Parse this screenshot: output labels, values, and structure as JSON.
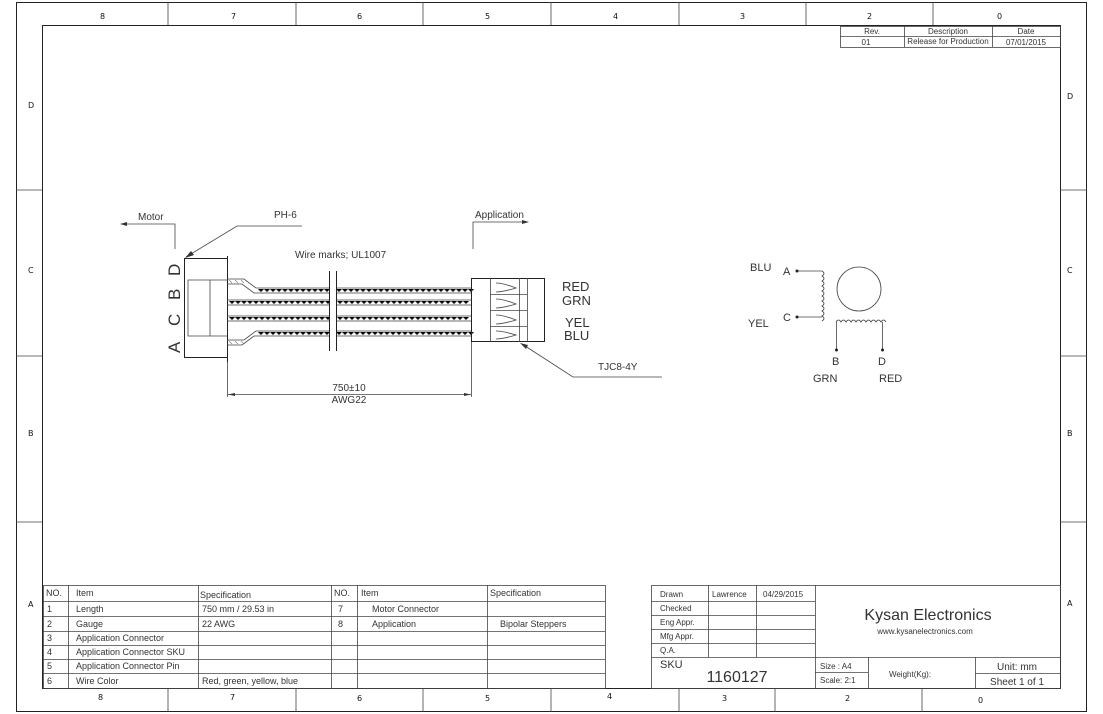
{
  "zones": {
    "top": [
      "8",
      "7",
      "6",
      "5",
      "4",
      "3",
      "2",
      "0"
    ],
    "bottom": [
      "8",
      "7",
      "6",
      "5",
      "4",
      "3",
      "2",
      "0"
    ],
    "side": [
      "D",
      "C",
      "B",
      "A"
    ]
  },
  "revision": {
    "headers": [
      "Rev.",
      "Description",
      "Date"
    ],
    "row": [
      "01",
      "Release for Production",
      "07/01/2015"
    ]
  },
  "drawing": {
    "motor_label": "Motor",
    "motor_connector": "PH-6",
    "application_label": "Application",
    "wire_marks": "Wire marks; UL1007",
    "pin_letters": [
      "A",
      "C",
      "B",
      "D"
    ],
    "wire_colors": [
      "RED",
      "GRN",
      "YEL",
      "BLU"
    ],
    "app_connector": "TJC8-4Y",
    "length_dim": "750±10",
    "gauge_dim": "AWG22"
  },
  "schematic": {
    "pins": {
      "A": "A",
      "C": "C",
      "B": "B",
      "D": "D"
    },
    "colors": {
      "A": "BLU",
      "C": "YEL",
      "B": "GRN",
      "D": "RED"
    }
  },
  "spec_table": {
    "headers": [
      "NO.",
      "Item",
      "Specification",
      "NO.",
      "Item",
      "Specification"
    ],
    "rows": [
      [
        "1",
        "Length",
        "750 mm  / 29.53 in",
        "7",
        "Motor Connector",
        ""
      ],
      [
        "2",
        "Gauge",
        "22 AWG",
        "8",
        "Application",
        "Bipolar Steppers"
      ],
      [
        "3",
        "Application Connector",
        "",
        "",
        "",
        ""
      ],
      [
        "4",
        "Application Connector SKU",
        "",
        "",
        "",
        ""
      ],
      [
        "5",
        "Application Connector Pin",
        "",
        "",
        "",
        ""
      ],
      [
        "6",
        "Wire Color",
        "Red, green, yellow, blue",
        "",
        "",
        ""
      ]
    ]
  },
  "title_block": {
    "approvals": [
      [
        "Drawn",
        "Lawrence",
        "04/29/2015"
      ],
      [
        "Checked",
        "",
        ""
      ],
      [
        "Eng Appr.",
        "",
        ""
      ],
      [
        "Mfg Appr.",
        "",
        ""
      ],
      [
        "Q.A.",
        "",
        ""
      ]
    ],
    "sku_label": "SKU",
    "sku": "1160127",
    "company": "Kysan Electronics",
    "website": "www.kysanelectronics.com",
    "size": "Size : A4",
    "scale": "Scale: 2:1",
    "weight": "Weight(Kg):",
    "unit": "Unit: mm",
    "sheet": "Sheet 1 of 1"
  }
}
